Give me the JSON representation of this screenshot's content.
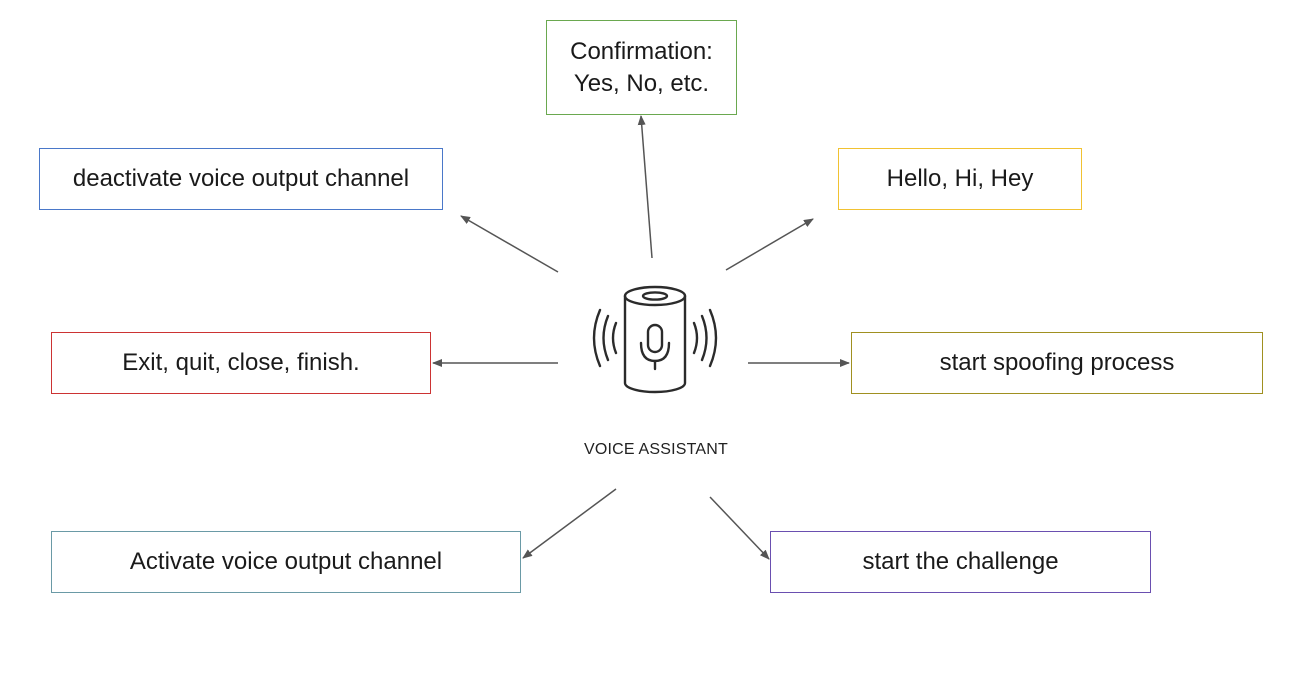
{
  "center": {
    "label": "VOICE ASSISTANT",
    "icon": "smart-speaker-icon"
  },
  "nodes": [
    {
      "id": "confirm",
      "text": "Confirmation:\nYes, No, etc.",
      "color": "#6aa84f"
    },
    {
      "id": "deactivate",
      "text": "deactivate voice output channel",
      "color": "#4a78c9"
    },
    {
      "id": "hello",
      "text": "Hello, Hi, Hey",
      "color": "#f1c232"
    },
    {
      "id": "exit",
      "text": "Exit, quit, close, finish.",
      "color": "#cc3333"
    },
    {
      "id": "spoof",
      "text": "start spoofing process",
      "color": "#a09020"
    },
    {
      "id": "activate",
      "text": "Activate voice output channel",
      "color": "#6a9aa6"
    },
    {
      "id": "challenge",
      "text": "start the challenge",
      "color": "#6a4fb0"
    }
  ],
  "colors": {
    "arrow": "#555555",
    "icon": "#2b2b2b"
  }
}
